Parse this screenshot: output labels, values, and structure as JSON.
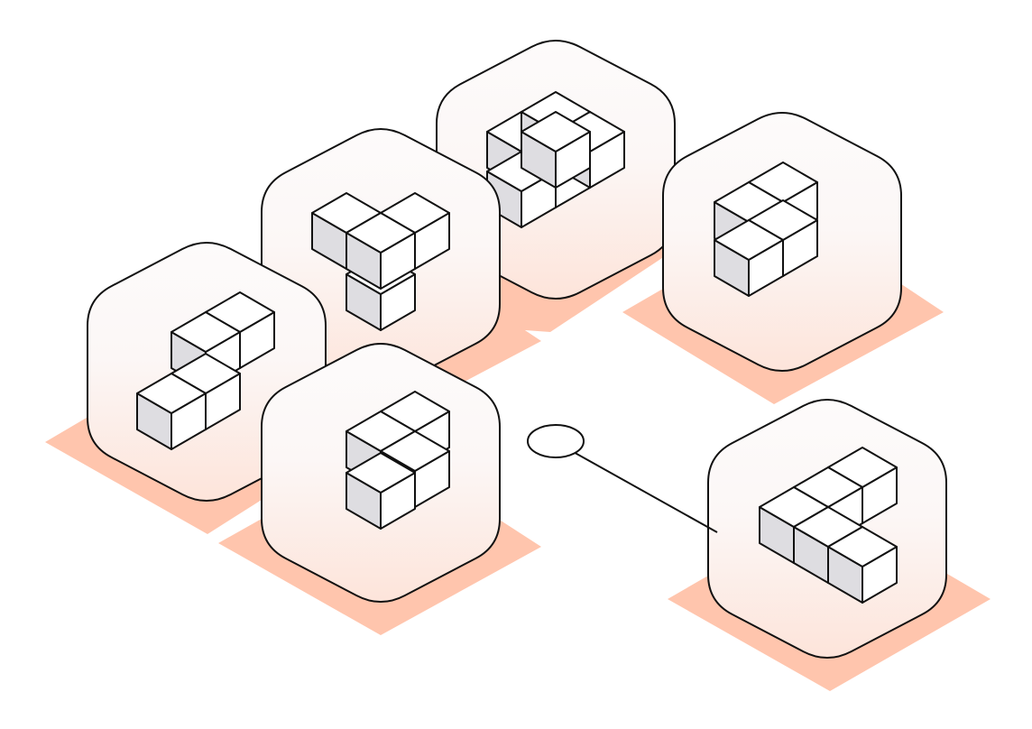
{
  "colors": {
    "background": "#ffffff",
    "shadow": "#ffc5ad",
    "tile_top": "#fdfbfb",
    "tile_bottom": "#fde4da",
    "stroke": "#111111",
    "cube_top": "#ffffff",
    "cube_left": "#dedde1",
    "cube_right": "#ffffff"
  },
  "tiles": [
    {
      "id": "tile-top-center",
      "shape": "stepped-block"
    },
    {
      "id": "tile-right",
      "shape": "square-block"
    },
    {
      "id": "tile-center-left",
      "shape": "t-block"
    },
    {
      "id": "tile-left",
      "shape": "s-block"
    },
    {
      "id": "tile-center",
      "shape": "tall-block"
    },
    {
      "id": "tile-bottom-right",
      "shape": "l-block"
    }
  ],
  "connector": {
    "from": "node-ellipse",
    "to": "tile-bottom-right"
  }
}
